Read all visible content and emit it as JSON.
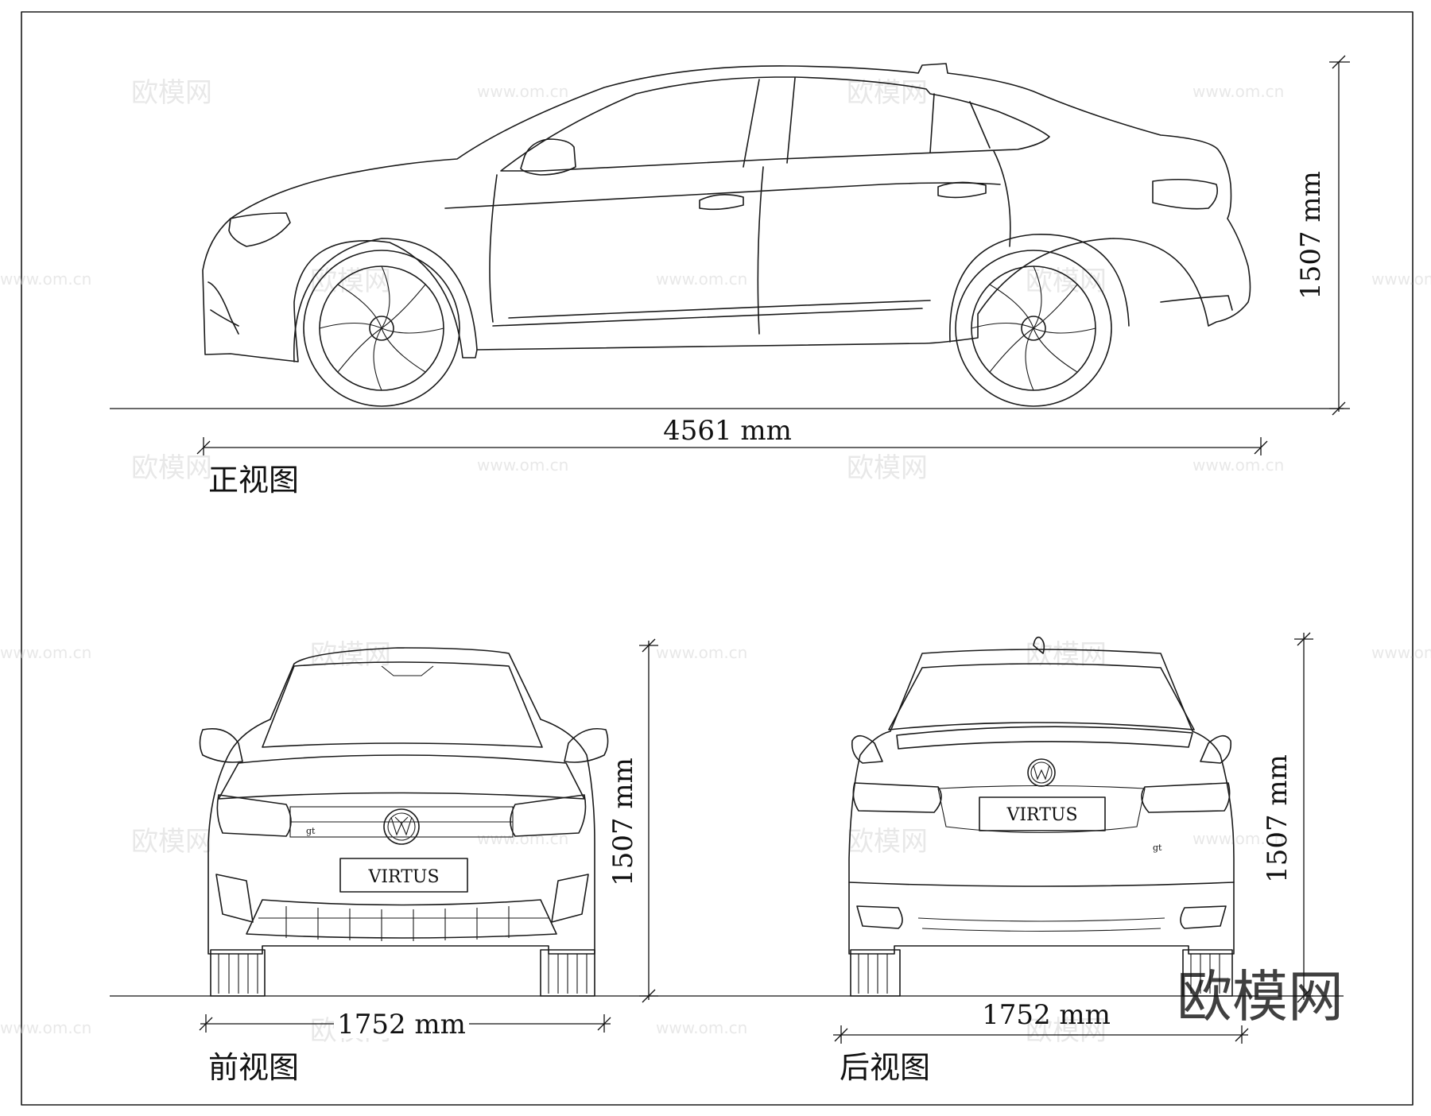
{
  "views": {
    "side": {
      "title": "正视图",
      "length_label": "4561 mm",
      "height_label": "1507 mm"
    },
    "front": {
      "title": "前视图",
      "width_label": "1752 mm",
      "height_label": "1507 mm",
      "plate_text": "VIRTUS",
      "badge_text": "gt"
    },
    "rear": {
      "title": "后视图",
      "width_label": "1752 mm",
      "height_label": "1507 mm",
      "plate_text": "VIRTUS",
      "badge_text": "gt"
    }
  },
  "watermark": {
    "brand": "欧模网",
    "url": "www.om.cn"
  }
}
